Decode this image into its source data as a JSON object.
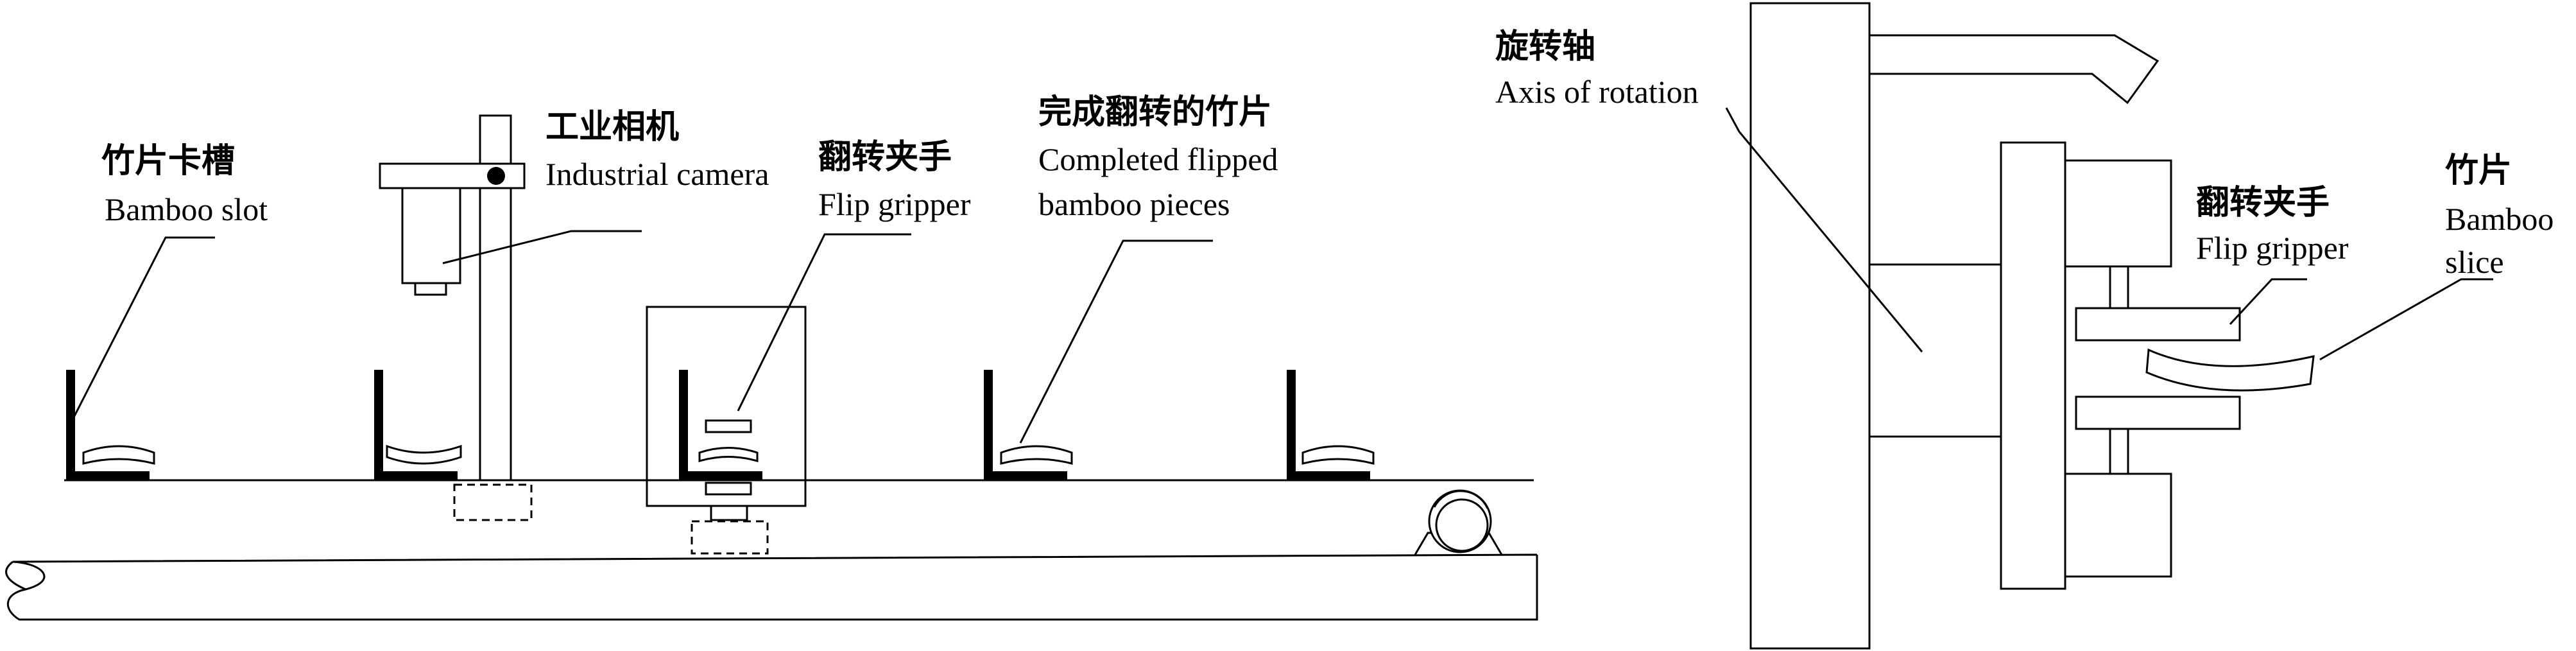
{
  "labels": {
    "bamboo_slot": {
      "zh": "竹片卡槽",
      "en": "Bamboo slot"
    },
    "industrial_camera": {
      "zh": "工业相机",
      "en": "Industrial camera"
    },
    "flip_gripper_left": {
      "zh": "翻转夹手",
      "en": "Flip gripper"
    },
    "completed": {
      "zh": "完成翻转的竹片",
      "en1": "Completed flipped",
      "en2": "bamboo pieces"
    },
    "axis_of_rotation": {
      "zh": "旋转轴",
      "en": "Axis of rotation"
    },
    "flip_gripper_right": {
      "zh": "翻转夹手",
      "en": "Flip gripper"
    },
    "bamboo_slice": {
      "zh": "竹片",
      "en1": "Bamboo",
      "en2": "slice"
    }
  }
}
